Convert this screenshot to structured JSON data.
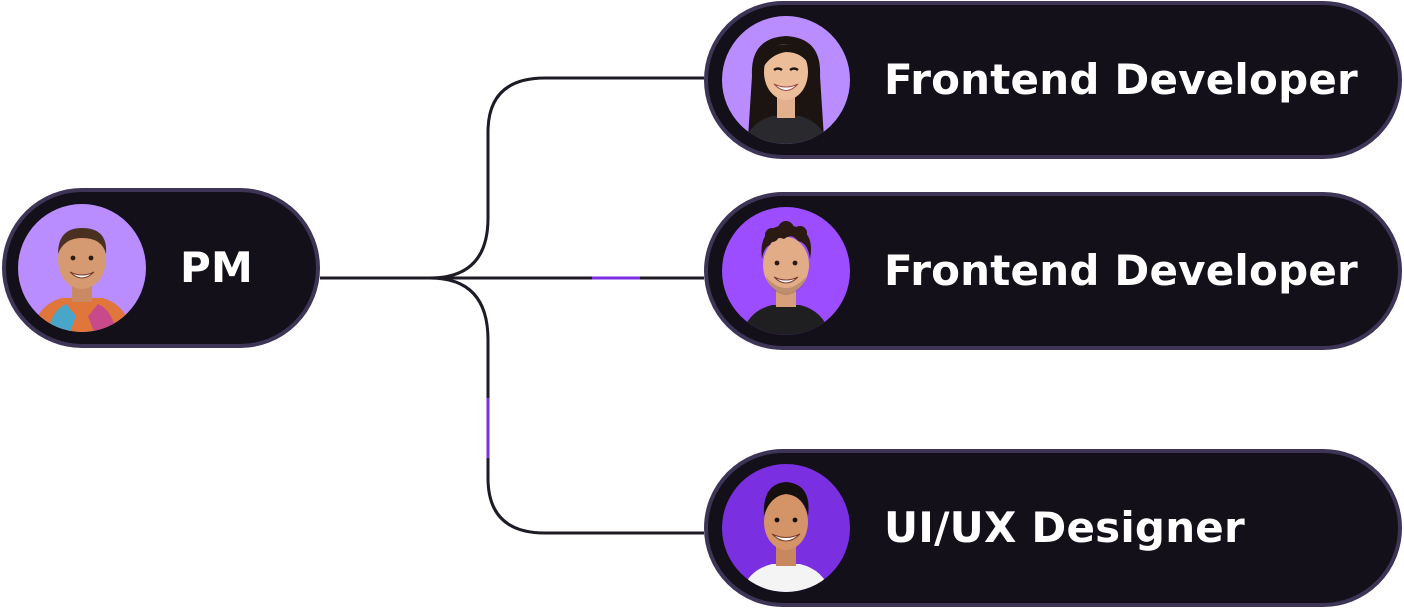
{
  "diagram": {
    "root": {
      "label": "PM",
      "avatar_color": "#b98cff",
      "avatar_icon": "man-smiling-avatar-icon"
    },
    "children": [
      {
        "label": "Frontend Developer",
        "avatar_color": "#b98cff",
        "avatar_icon": "woman-smiling-avatar-icon"
      },
      {
        "label": "Frontend Developer",
        "avatar_color": "#9b4dff",
        "avatar_icon": "man-smiling-avatar-icon"
      },
      {
        "label": "UI/UX Designer",
        "avatar_color": "#7a2fe0",
        "avatar_icon": "man-smiling-avatar-icon"
      }
    ],
    "colors": {
      "node_fill": "#13101a",
      "node_border": "#3d3456",
      "connector": "#1e1a26",
      "accent": "#7a2fe0"
    }
  }
}
